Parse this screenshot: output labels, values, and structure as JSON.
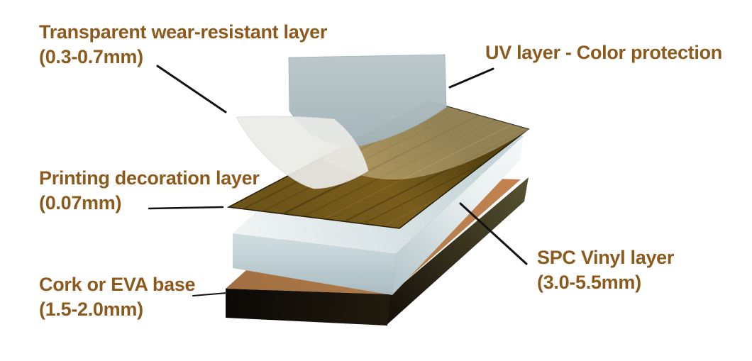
{
  "page": {
    "background": "#ffffff",
    "text_color": "#8d5a1e",
    "leader_line_color": "#111111"
  },
  "diagram": {
    "type": "exploded-layer-diagram",
    "subject": "SPC vinyl flooring layer construction",
    "labels": {
      "wear": {
        "line1": "Transparent wear-resistant layer",
        "line2": "(0.3-0.7mm)"
      },
      "uv": {
        "line1": "UV layer - Color protection"
      },
      "print": {
        "line1": "Printing decoration layer",
        "line2": "(0.07mm)"
      },
      "spc": {
        "line1": "SPC Vinyl layer",
        "line2": "(3.0-5.5mm)"
      },
      "cork": {
        "line1": "Cork or EVA base",
        "line2": "(1.5-2.0mm)"
      }
    },
    "layers": [
      {
        "name": "UV layer",
        "color": "#aebfc4"
      },
      {
        "name": "Transparent wear-resistant layer",
        "color": "#ebebe8"
      },
      {
        "name": "Printing decoration layer",
        "color": "#6b5318"
      },
      {
        "name": "SPC Vinyl layer",
        "color": "#dfe7ea"
      },
      {
        "name": "Cork or EVA base",
        "color": "#ad7a4a",
        "side_color": "#15100a"
      }
    ]
  }
}
